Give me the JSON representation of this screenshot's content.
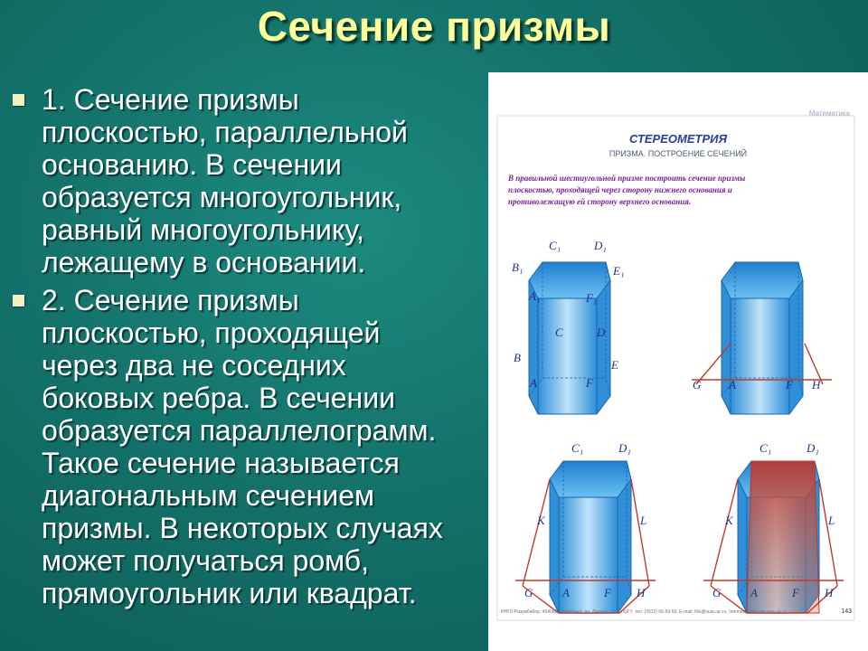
{
  "slide": {
    "title": "Сечение призмы",
    "bullets": [
      "1. Сечение призмы\nплоскостью, параллельной\nоснованию. В сечении\nобразуется многоугольник,\nравный многоугольнику,\nлежащему в основании.",
      "2. Сечение призмы\nплоскостью, проходящей\nчерез два не соседних\nбоковых ребра. В сечении\nобразуется параллелограмм.\nТакое сечение называется\nдиагональным сечением\nпризмы. В некоторых случаях\nможет получаться ромб,\nпрямоугольник или квадрат."
    ]
  },
  "figure": {
    "corner_tag": "Математика",
    "heading": "СТЕРЕОМЕТРИЯ",
    "subheading": "ПРИЗМА. ПОСТРОЕНИЕ СЕЧЕНИЙ",
    "task": [
      "В правильной шестиугольной призме построить сечение призмы",
      "плоскостью, проходящей через сторону нижнего основания и",
      "противолежащую ей сторону верхнего основания."
    ],
    "footer": "ИНГО Разумбибор, 454080, Челябинск, пр. Ленина, 76, ЮУрГУ, тел. (3512) 65-59-59, E-mail: filis@susu.ac.ru, Internet: www.cmt.susu.ac.ru",
    "page_number": "143",
    "labels_fig1": {
      "C1": "C₁",
      "D1": "D₁",
      "B1": "B₁",
      "E1": "E₁",
      "A1": "A₁",
      "F1": "F₁",
      "C": "C",
      "D": "D",
      "B": "B",
      "E": "E",
      "A": "A",
      "F": "F"
    },
    "labels_fig2": {
      "G": "G",
      "A": "A",
      "F": "F",
      "H": "H"
    },
    "labels_fig3": {
      "C1": "C₁",
      "D1": "D₁",
      "K": "K",
      "L": "L",
      "G": "G",
      "A": "A",
      "F": "F",
      "H": "H"
    },
    "labels_fig4": {
      "C1": "C₁",
      "D1": "D₁",
      "K": "K",
      "L": "L",
      "G": "G",
      "A": "A",
      "F": "F",
      "H": "H"
    },
    "colors": {
      "prism": "#3d9fe0",
      "prism_light": "#bfe3fa",
      "section": "#c0392b",
      "heading": "#2b3b9e",
      "task": "#7a1f9c"
    }
  }
}
